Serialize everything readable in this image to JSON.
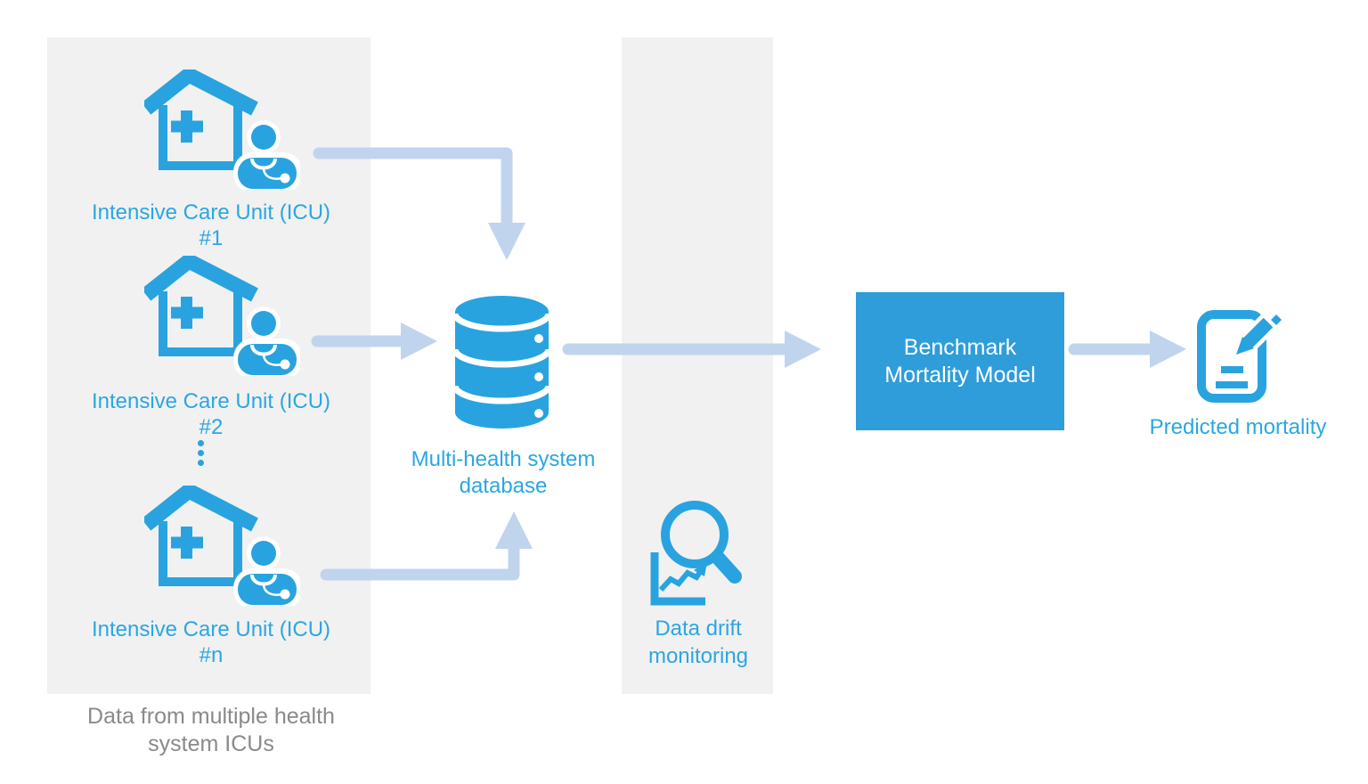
{
  "colors": {
    "background": "#ffffff",
    "panel": "#f1f1f1",
    "icon": "#29a3e0",
    "text": "#2aa7e3",
    "box": "#2e9dd9",
    "box_text": "#ffffff",
    "arrow": "#c0d4ee",
    "caption": "#8a8a8a"
  },
  "icus": [
    {
      "label": "Intensive Care Unit (ICU)",
      "number": "#1"
    },
    {
      "label": "Intensive Care Unit (ICU)",
      "number": "#2"
    },
    {
      "label": "Intensive Care Unit (ICU)",
      "number": "#n"
    }
  ],
  "database": {
    "line1": "Multi-health system",
    "line2": "database"
  },
  "monitoring": {
    "line1": "Data drift",
    "line2": "monitoring"
  },
  "model": {
    "line1": "Benchmark",
    "line2": "Mortality Model"
  },
  "output": {
    "label": "Predicted mortality"
  },
  "caption": {
    "line1": "Data from multiple health",
    "line2": "system ICUs"
  }
}
